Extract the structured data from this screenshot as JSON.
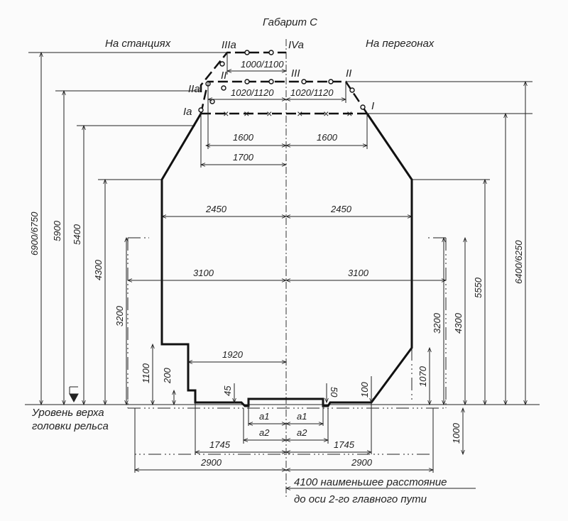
{
  "title": "Габарит С",
  "left_header": "На станциях",
  "right_header": "На перегонах",
  "points": {
    "IIIa": "IIIa",
    "IVa": "IVa",
    "IIa": "IIa",
    "II_left": "II",
    "III": "III",
    "II_right": "II",
    "Ia": "Ia",
    "I": "I"
  },
  "dimensions": {
    "d1000_1100": "1000/1100",
    "d1020_1120_left": "1020/1120",
    "d1020_1120_right": "1020/1120",
    "d1600_left": "1600",
    "d1600_right": "1600",
    "d1700": "1700",
    "d2450_left": "2450",
    "d2450_right": "2450",
    "d3100_left": "3100",
    "d3100_right": "3100",
    "d1920": "1920",
    "d1745_left": "1745",
    "d1745_right": "1745",
    "d2900_left": "2900",
    "d2900_right": "2900",
    "a1_left": "a1",
    "a1_right": "a1",
    "a2_left": "a2",
    "a2_right": "a2",
    "h6900_6750": "6900/6750",
    "h5900": "5900",
    "h5400": "5400",
    "h4300_left": "4300",
    "h3200_left": "3200",
    "h1100": "1100",
    "h200": "200",
    "h45": "45",
    "h50": "50",
    "h100": "100",
    "h1070": "1070",
    "h3200_right": "3200",
    "h4300_right": "4300",
    "h5550": "5550",
    "h6400_6250": "6400/6250",
    "h1000": "1000"
  },
  "rail_label": {
    "line1": "Уровень верха",
    "line2": "головки рельса"
  },
  "distance_note": {
    "line1": "4100 наименьшее расстояние",
    "line2": "до оси 2-го главного пути"
  }
}
